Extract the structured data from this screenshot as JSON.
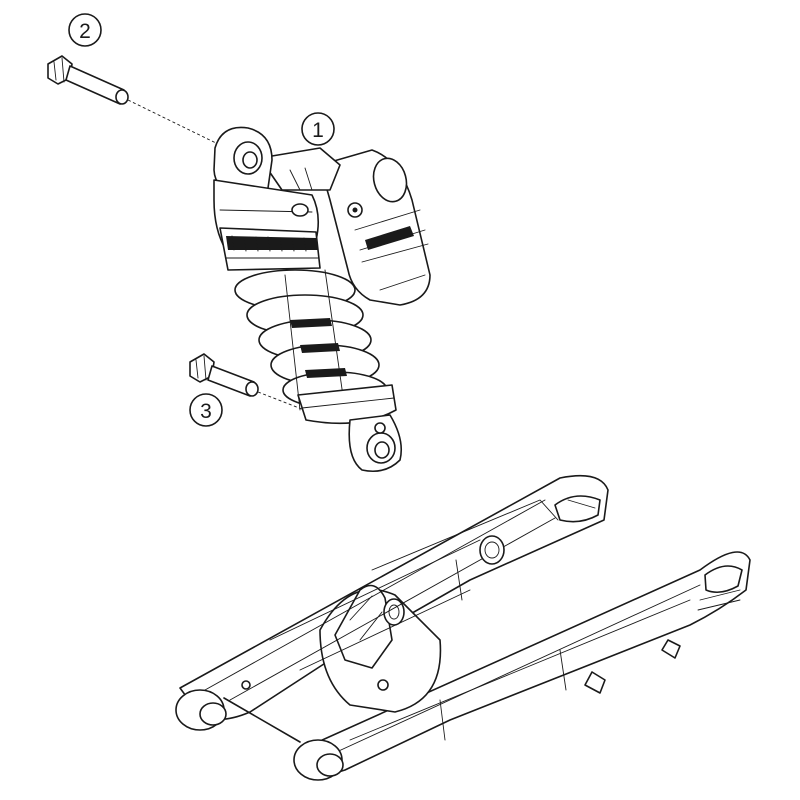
{
  "callouts": [
    {
      "id": "1",
      "label": "1"
    },
    {
      "id": "2",
      "label": "2"
    },
    {
      "id": "3",
      "label": "3"
    }
  ],
  "parts": [
    {
      "name": "shock-absorber",
      "icon": "shock-absorber-icon"
    },
    {
      "name": "upper-mounting-bolt",
      "icon": "bolt-icon"
    },
    {
      "name": "lower-mounting-bolt",
      "icon": "bolt-icon"
    },
    {
      "name": "swingarm",
      "icon": "swingarm-icon"
    }
  ],
  "colors": {
    "line": "#1a1a1a",
    "background": "#ffffff"
  }
}
